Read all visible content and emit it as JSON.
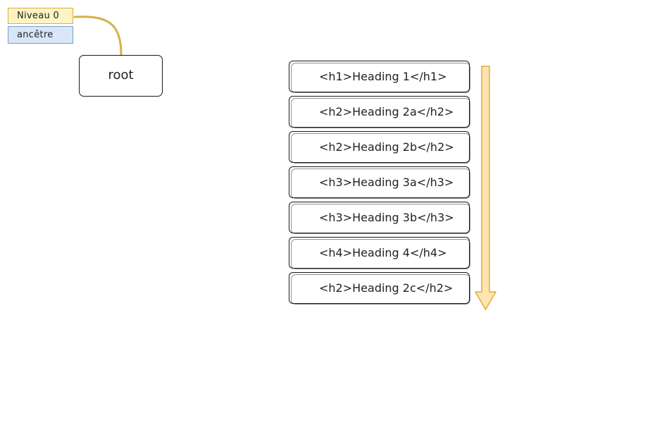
{
  "legend": {
    "level_label": "Niveau 0",
    "ancestor_label": "ancêtre"
  },
  "root": {
    "label": "root"
  },
  "headings": [
    "<h1>Heading 1</h1>",
    "<h2>Heading 2a</h2>",
    "<h2>Heading 2b</h2>",
    "<h3>Heading 3a</h3>",
    "<h3>Heading 3b</h3>",
    "<h4>Heading 4</h4>",
    "<h2>Heading 2c</h2>"
  ],
  "colors": {
    "level_tag": "#fff3c4",
    "ancestor_tag": "#d8e6f7",
    "connector": "#d4b14a",
    "arrow_fill": "#fde4b0",
    "arrow_stroke": "#e3a93a"
  }
}
